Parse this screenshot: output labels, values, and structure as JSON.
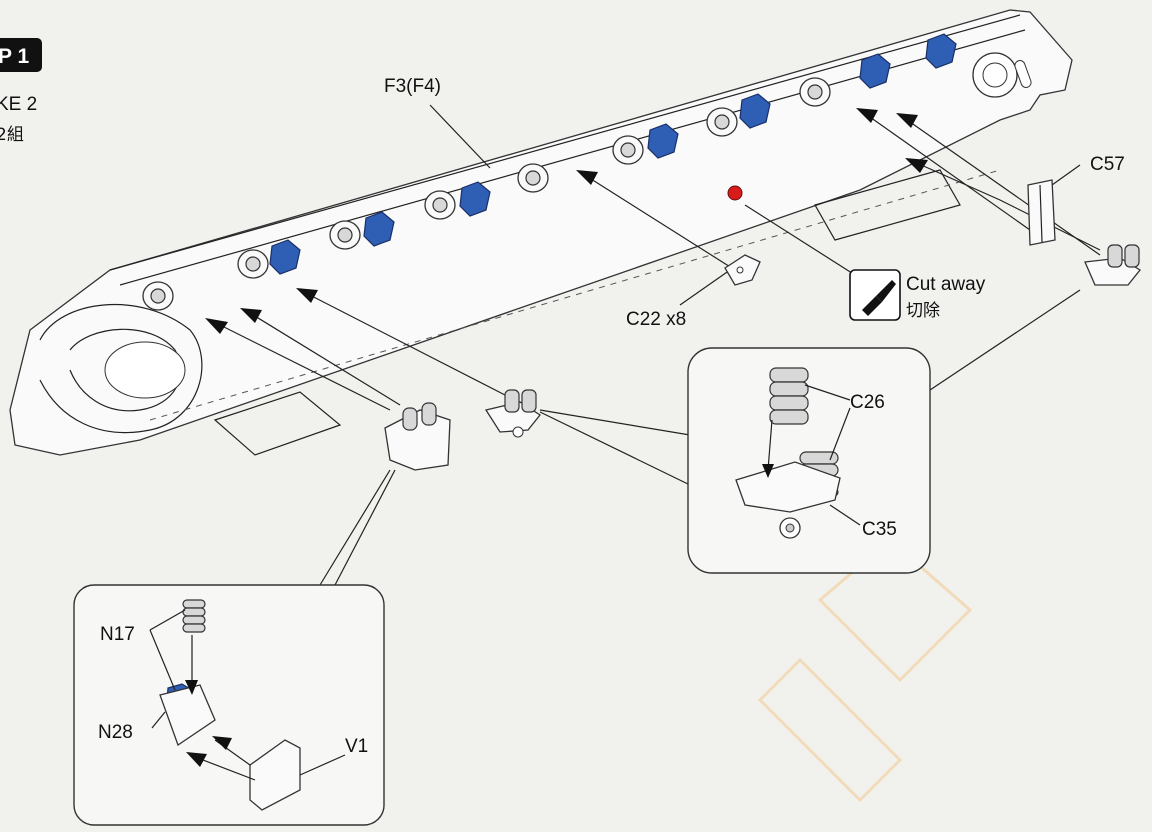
{
  "step": {
    "badge": "P 1",
    "make_text": "KE 2",
    "set_text": "2組"
  },
  "labels": {
    "f3_f4": "F3(F4)",
    "c57": "C57",
    "c22": "C22 x8",
    "cut_away": "Cut away",
    "cut_away_cjk": "切除",
    "c26": "C26",
    "c35": "C35",
    "n17": "N17",
    "n28": "N28",
    "v1": "V1"
  },
  "colors": {
    "assembly_part": "#2e5fb4",
    "cut_mark": "#d81c1c",
    "step_badge": "#111111",
    "background": "#f1f1ee"
  },
  "icons": {
    "cut_tool": "knife-icon"
  }
}
